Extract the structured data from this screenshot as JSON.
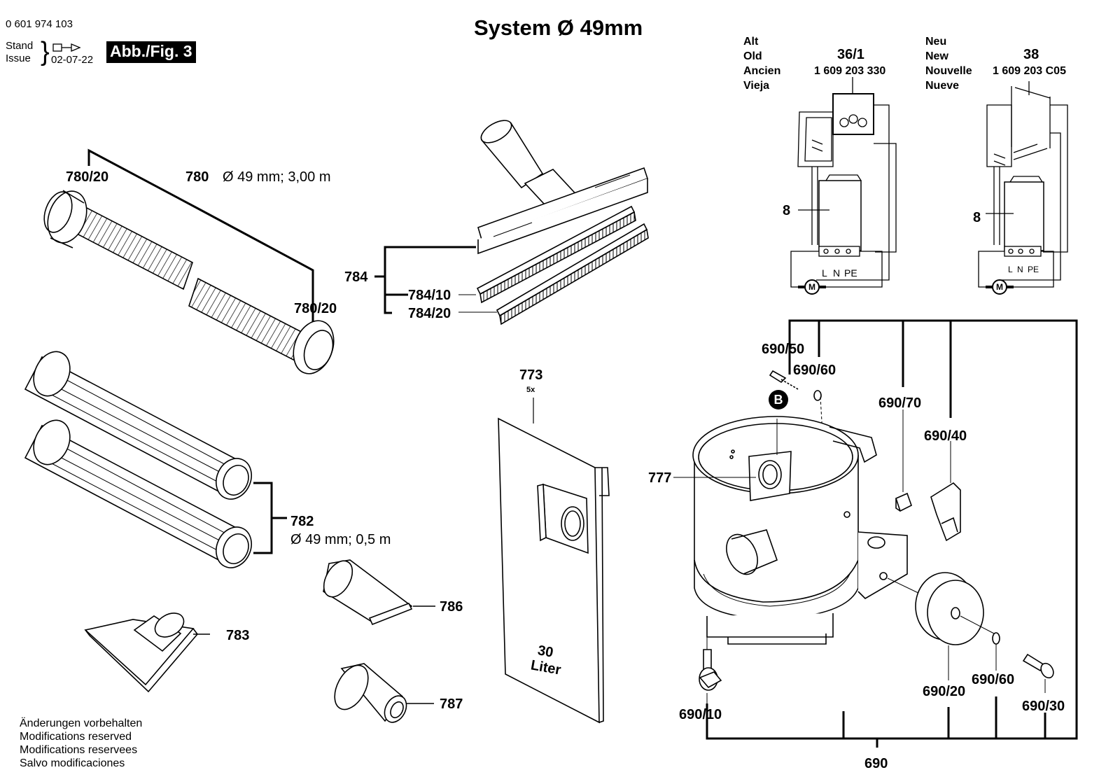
{
  "header": {
    "part_number": "0 601 974 103",
    "stand_label": "Stand",
    "issue_label": "Issue",
    "date": "02-07-22",
    "figure": "Abb./Fig. 3",
    "title": "System Ø 49mm"
  },
  "wiring": {
    "old": {
      "words": [
        "Alt",
        "Old",
        "Ancien",
        "Vieja"
      ],
      "ref": "36/1",
      "number": "1 609 203 330",
      "part": "8",
      "terminals": [
        "L",
        "N",
        "PE"
      ],
      "motor": "M"
    },
    "new": {
      "words": [
        "Neu",
        "New",
        "Nouvelle",
        "Nueve"
      ],
      "ref": "38",
      "number": "1 609 203 C05",
      "part": "8",
      "terminals": [
        "L",
        "N",
        "PE"
      ],
      "motor": "M"
    }
  },
  "parts": {
    "hose_set": "780",
    "hose_spec": "Ø 49 mm; 3,00 m",
    "hose_cuff_a": "780/20",
    "hose_cuff_b": "780/20",
    "tubes": "782",
    "tubes_spec": "Ø 49 mm; 0,5 m",
    "floor_nozzle": "784",
    "brush_strip": "784/10",
    "rubber_strip": "784/20",
    "upholstery_nozzle": "783",
    "crevice_nozzle": "786",
    "adapter": "787",
    "filter_bag": "773",
    "filter_bag_qty": "5x",
    "bag_text_1": "30",
    "bag_text_2": "Liter",
    "container_gasket": "777",
    "marker": "B",
    "screw_top": "690/50",
    "washer_top": "690/60",
    "clip": "690/70",
    "handle": "690/40",
    "castor": "690/10",
    "wheel": "690/20",
    "washer_wheel": "690/60",
    "axle_screw": "690/30",
    "container_set": "690"
  },
  "footer": {
    "notes": [
      "Änderungen vorbehalten",
      "Modifications reserved",
      "Modifications reservees",
      "Salvo modificaciones"
    ]
  }
}
